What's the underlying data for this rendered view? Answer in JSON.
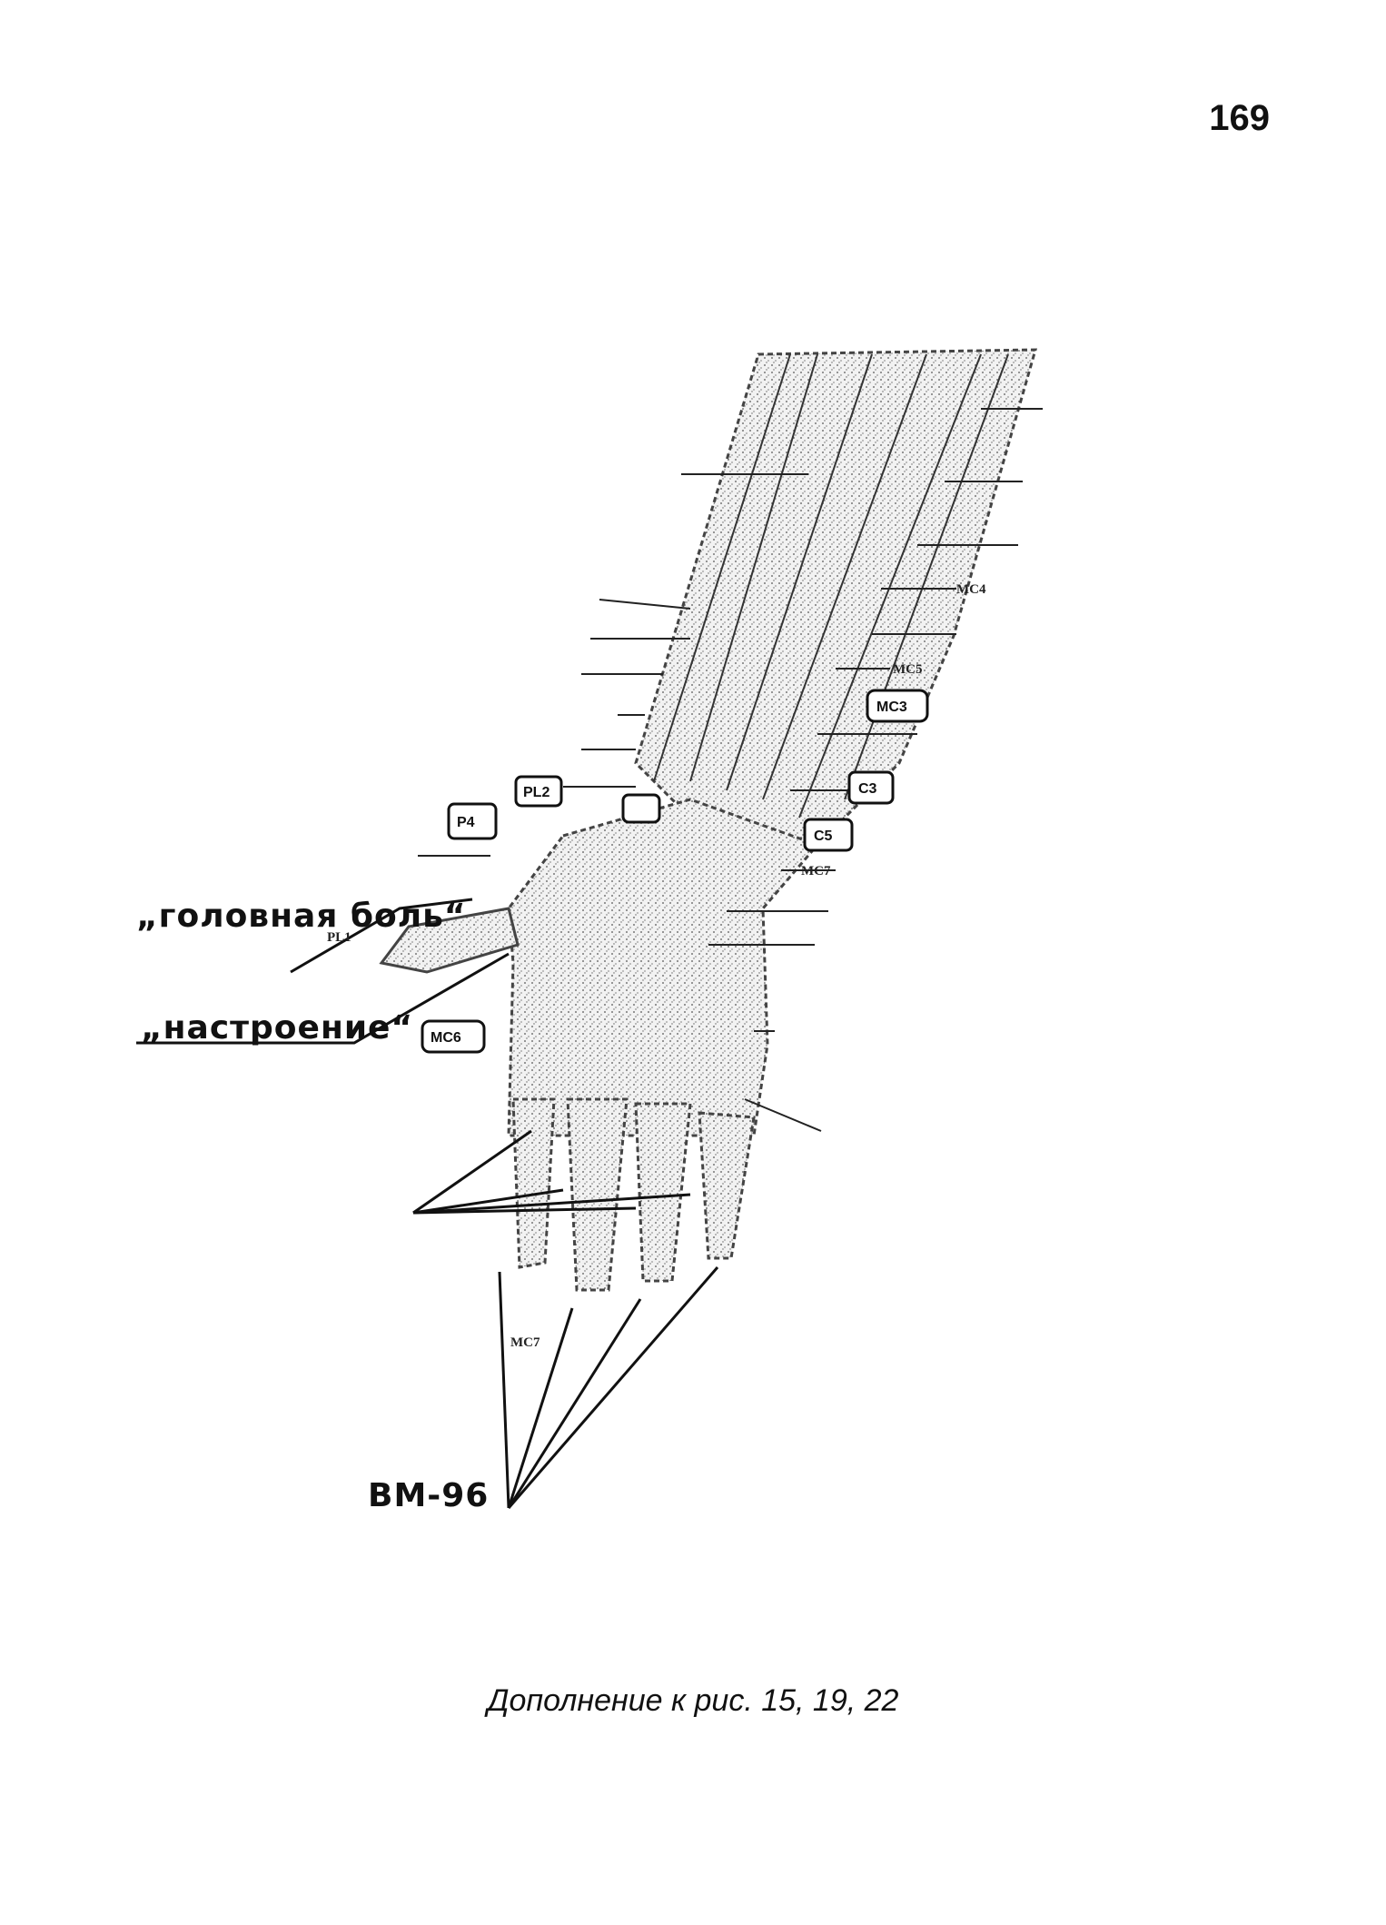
{
  "page_number": "169",
  "caption": "Дополнение к рис. 15, 19, 22",
  "figure": {
    "annotations": {
      "headache": "„головная боль“",
      "mood": "„настроение“",
      "bm": "ВМ-96"
    },
    "boxed_labels": [
      "PL2",
      "P4",
      "MC3",
      "C3",
      "C5",
      "MC6"
    ],
    "plain_labels": [
      "PL1",
      "MC4",
      "MC5",
      "MC7",
      "MC7"
    ]
  }
}
